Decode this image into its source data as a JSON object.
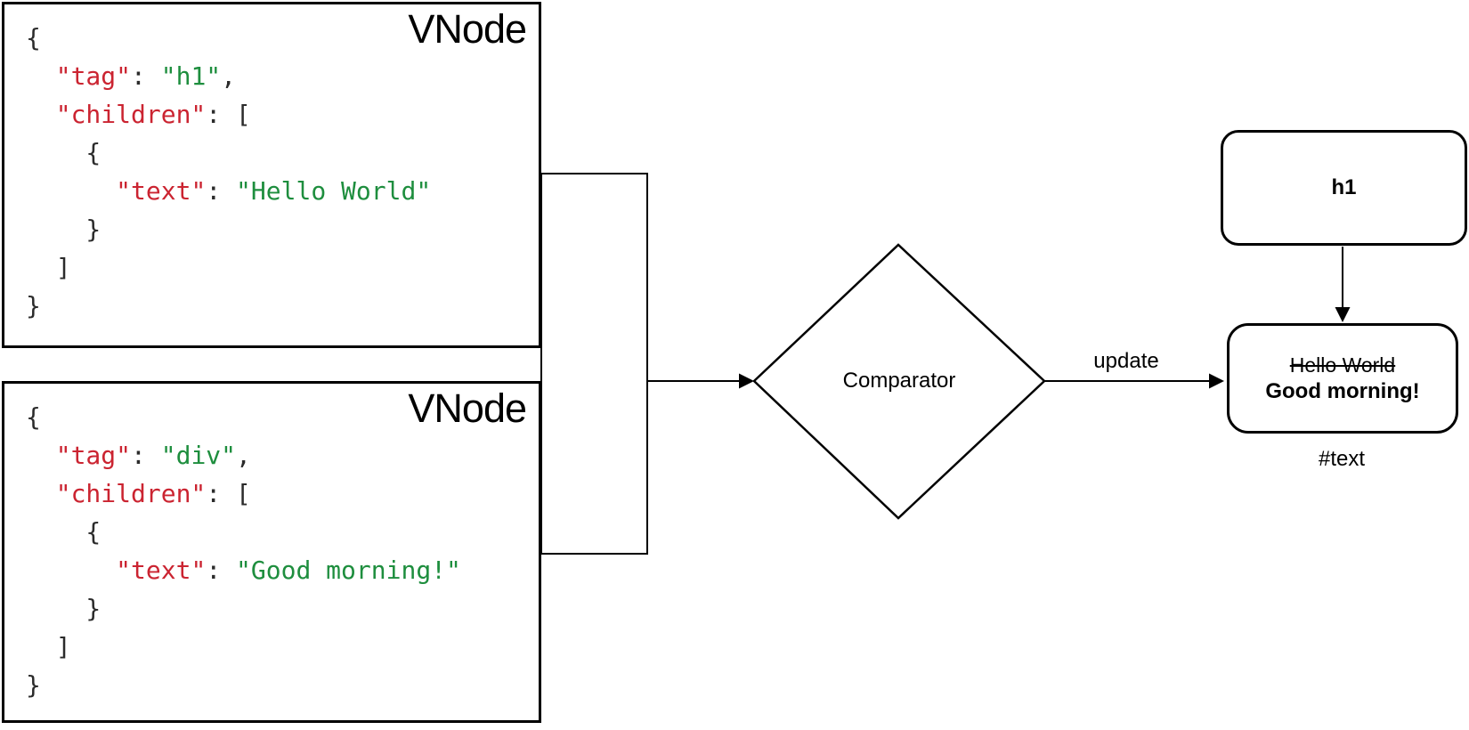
{
  "diagram": {
    "background": "#ffffff",
    "stroke_color": "#000000",
    "syntax_colors": {
      "key": "#cb2431",
      "value": "#1e8e3e",
      "punctuation": "#2b2b2b"
    }
  },
  "vnode_old": {
    "title": "VNode",
    "code_lines": [
      [
        {
          "c": "p",
          "t": "{"
        }
      ],
      [
        {
          "c": "p",
          "t": "  "
        },
        {
          "c": "k",
          "t": "\"tag\""
        },
        {
          "c": "p",
          "t": ": "
        },
        {
          "c": "v",
          "t": "\"h1\""
        },
        {
          "c": "p",
          "t": ","
        }
      ],
      [
        {
          "c": "p",
          "t": "  "
        },
        {
          "c": "k",
          "t": "\"children\""
        },
        {
          "c": "p",
          "t": ": ["
        }
      ],
      [
        {
          "c": "p",
          "t": "    {"
        }
      ],
      [
        {
          "c": "p",
          "t": "      "
        },
        {
          "c": "k",
          "t": "\"text\""
        },
        {
          "c": "p",
          "t": ": "
        },
        {
          "c": "v",
          "t": "\"Hello World\""
        }
      ],
      [
        {
          "c": "p",
          "t": "    }"
        }
      ],
      [
        {
          "c": "p",
          "t": "  ]"
        }
      ],
      [
        {
          "c": "p",
          "t": "}"
        }
      ]
    ]
  },
  "vnode_new": {
    "title": "VNode",
    "code_lines": [
      [
        {
          "c": "p",
          "t": "{"
        }
      ],
      [
        {
          "c": "p",
          "t": "  "
        },
        {
          "c": "k",
          "t": "\"tag\""
        },
        {
          "c": "p",
          "t": ": "
        },
        {
          "c": "v",
          "t": "\"div\""
        },
        {
          "c": "p",
          "t": ","
        }
      ],
      [
        {
          "c": "p",
          "t": "  "
        },
        {
          "c": "k",
          "t": "\"children\""
        },
        {
          "c": "p",
          "t": ": ["
        }
      ],
      [
        {
          "c": "p",
          "t": "    {"
        }
      ],
      [
        {
          "c": "p",
          "t": "      "
        },
        {
          "c": "k",
          "t": "\"text\""
        },
        {
          "c": "p",
          "t": ": "
        },
        {
          "c": "v",
          "t": "\"Good morning!\""
        }
      ],
      [
        {
          "c": "p",
          "t": "    }"
        }
      ],
      [
        {
          "c": "p",
          "t": "  ]"
        }
      ],
      [
        {
          "c": "p",
          "t": "}"
        }
      ]
    ]
  },
  "comparator": {
    "label": "Comparator"
  },
  "update_arrow": {
    "label": "update"
  },
  "dom_tree": {
    "h1_node": {
      "label": "h1"
    },
    "text_node": {
      "old_text": "Hello World",
      "new_text": "Good morning!",
      "caption": "#text"
    }
  }
}
